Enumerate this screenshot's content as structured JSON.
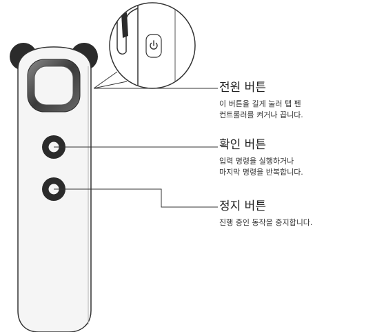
{
  "callouts": {
    "power": {
      "title": "전원 버튼",
      "desc_line1": "이 버튼을 길게 눌러 탭 펜",
      "desc_line2": "컨트롤러를 켜거나 끕니다."
    },
    "confirm": {
      "title": "확인 버튼",
      "desc_line1": "입력 명령을 실행하거나",
      "desc_line2": "마지막 명령을 반복합니다."
    },
    "stop": {
      "title": "정지 버튼",
      "desc_line1": "진행 중인 동작을 중지합니다."
    }
  },
  "icons": {
    "power_symbol": "power-icon"
  },
  "colors": {
    "device_body": "#f5f5f5",
    "outline": "#333333",
    "button_dark": "#2b2b2b",
    "ring_gradient_outer": "#3a3a3a",
    "ring_gradient_inner": "#777777"
  }
}
